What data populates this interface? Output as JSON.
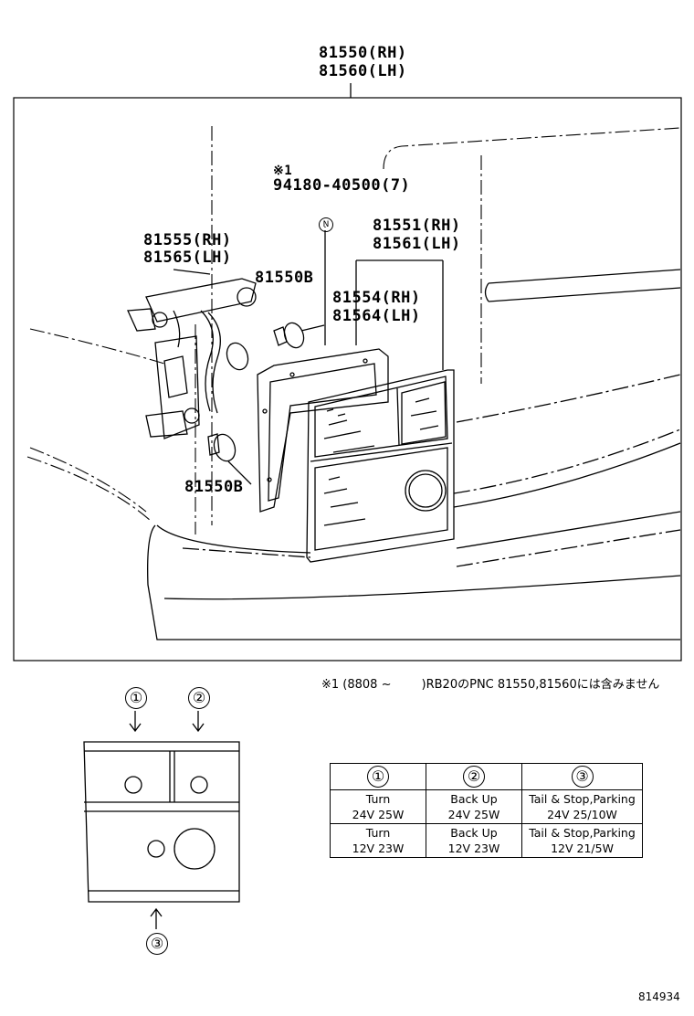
{
  "assembly": {
    "rh": "81550(RH)",
    "lh": "81560(LH)"
  },
  "note_ref": {
    "mark": "※1",
    "part": "94180-40500(7)",
    "nonreusable": "N"
  },
  "callouts": {
    "lens_rh": "81551(RH)",
    "lens_lh": "81561(LH)",
    "gasket_rh": "81554(RH)",
    "gasket_lh": "81564(LH)",
    "socket_rh": "81555(RH)",
    "socket_lh": "81565(LH)",
    "bulb_upper": "81550B",
    "bulb_lower": "81550B"
  },
  "footnote": "※1 (8808 ~        )RB20のPNC 81550,81560には含みません",
  "legend_markers": [
    "①",
    "②",
    "③"
  ],
  "spec_table": {
    "headers": [
      "①",
      "②",
      "③"
    ],
    "rows": [
      [
        [
          "Turn",
          "24V 25W"
        ],
        [
          "Back Up",
          "24V 25W"
        ],
        [
          "Tail & Stop,Parking",
          "24V 25/10W"
        ]
      ],
      [
        [
          "Turn",
          "12V 23W"
        ],
        [
          "Back Up",
          "12V 23W"
        ],
        [
          "Tail & Stop,Parking",
          "12V 21/5W"
        ]
      ]
    ]
  },
  "diagram_id": "814934"
}
